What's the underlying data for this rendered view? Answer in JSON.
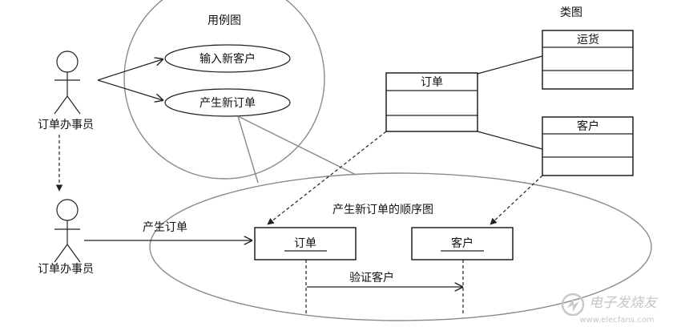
{
  "use_case": {
    "title": "用例图",
    "cases": [
      "输入新客户",
      "产生新订单"
    ]
  },
  "class_diagram": {
    "title": "类图",
    "classes": [
      "运货",
      "订单",
      "客户"
    ]
  },
  "actors": {
    "top_label": "订单办事员",
    "bottom_label": "订单办事员"
  },
  "sequence": {
    "title": "产生新订单的顺序图",
    "objects": [
      "订单",
      "客户"
    ],
    "incoming_message": "产生订单",
    "message": "验证客户"
  },
  "watermark": "电子发烧友",
  "watermark_url": "www.elecfans.com"
}
